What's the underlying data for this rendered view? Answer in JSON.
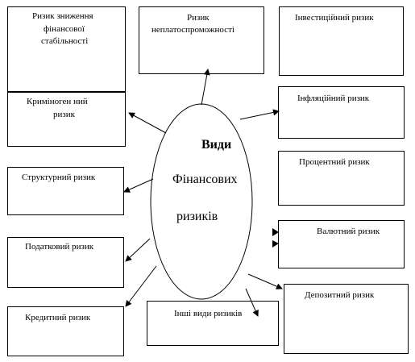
{
  "center": {
    "line1": "Види",
    "line2": "Фінансових",
    "line3": "ризиків"
  },
  "risks": {
    "stability_line1": "Ризик зниження",
    "stability_line2": "фінансової",
    "stability_line3": "стабільності",
    "criminogenic_line1": "Криміноген       ний",
    "criminogenic_line2": "ризик",
    "structural": "Структурний ризик",
    "tax": "Податковий ризик",
    "credit": "Кредитний ризик",
    "insolvency_line1": "Ризик",
    "insolvency_line2": "неплатоспроможності",
    "other": "Інші види ризиків",
    "investment": "Інвестиційний ризик",
    "inflation": "Інфляційний ризик",
    "interest": "Процентний ризик",
    "currency": "Валютний ризик",
    "deposit": "Депозитний ризик"
  }
}
